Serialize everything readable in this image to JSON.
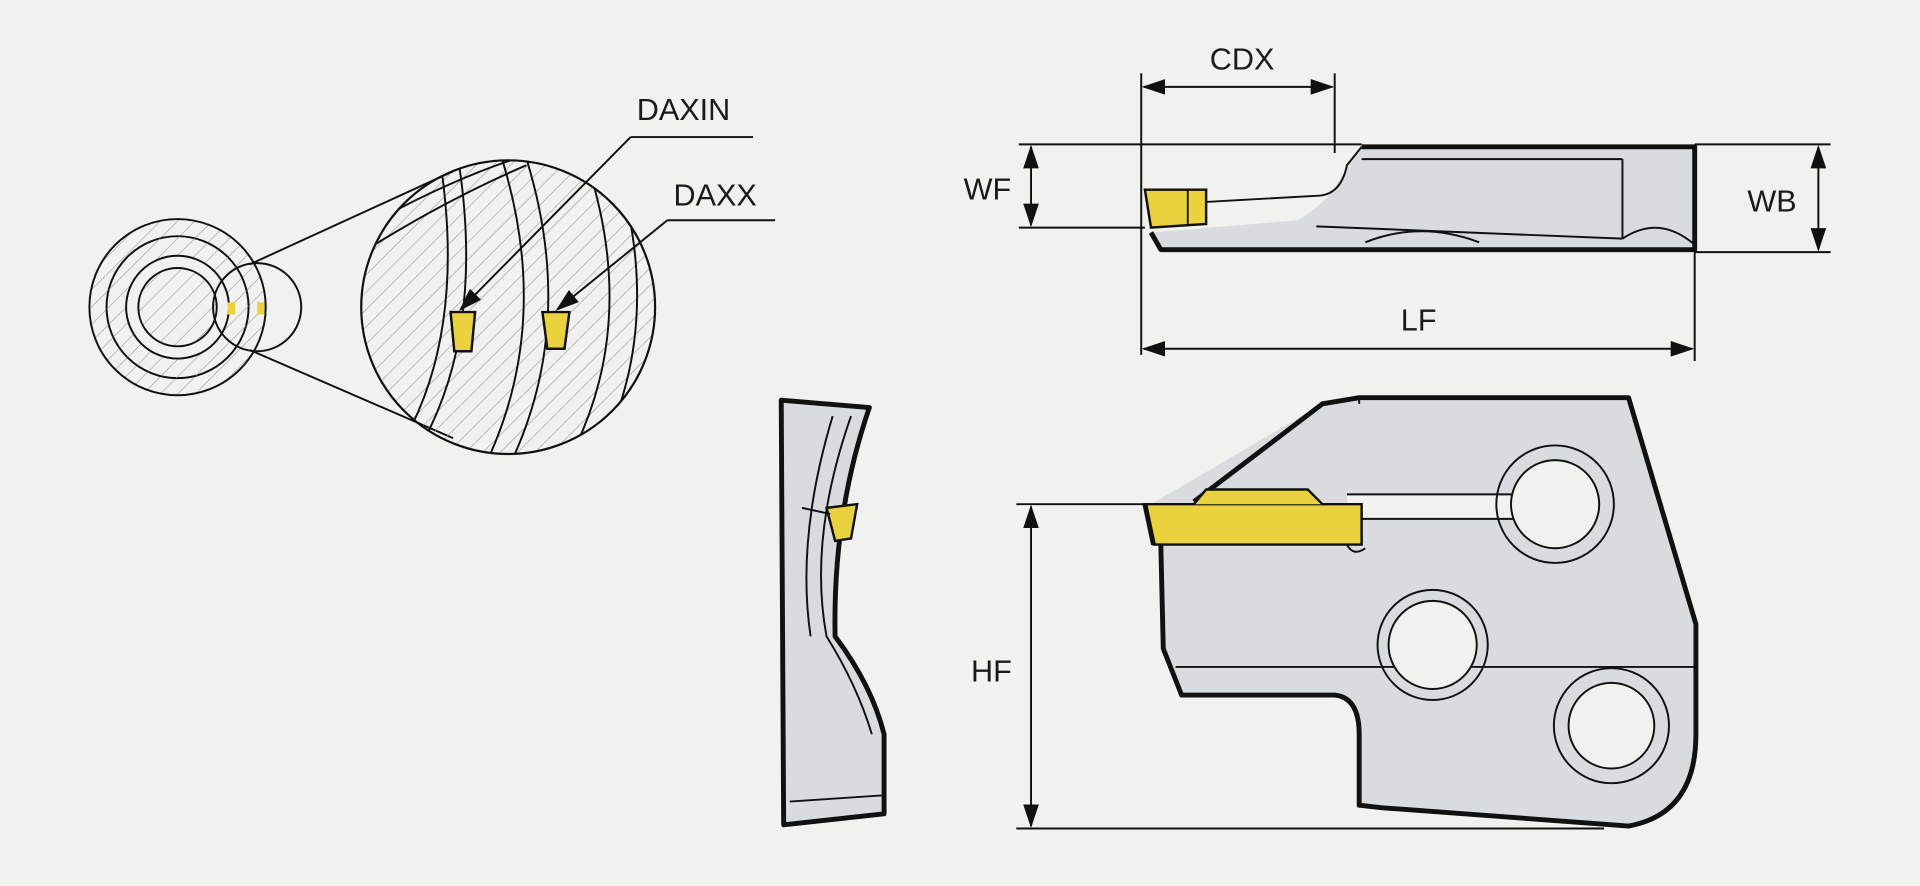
{
  "colors": {
    "background": "#f1f1ef",
    "body": "#d9dcdf",
    "insert": "#ead23f",
    "line": "#111111"
  },
  "labels": {
    "daxin": "DAXIN",
    "daxx": "DAXX",
    "cdx": "CDX",
    "wf": "WF",
    "wb": "WB",
    "lf": "LF",
    "hf": "HF"
  }
}
